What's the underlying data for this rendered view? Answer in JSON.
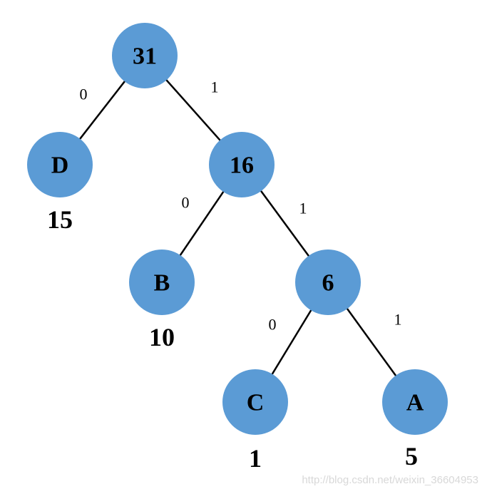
{
  "tree": {
    "node_color": "#5b9bd5",
    "edge_color": "#000000",
    "nodes": [
      {
        "id": "root",
        "label": "31"
      },
      {
        "id": "d",
        "label": "D",
        "weight": "15"
      },
      {
        "id": "n16",
        "label": "16"
      },
      {
        "id": "b",
        "label": "B",
        "weight": "10"
      },
      {
        "id": "n6",
        "label": "6"
      },
      {
        "id": "c",
        "label": "C",
        "weight": "1"
      },
      {
        "id": "a",
        "label": "A",
        "weight": "5"
      }
    ],
    "edges": [
      {
        "from": "root",
        "to": "d",
        "label": "0"
      },
      {
        "from": "root",
        "to": "n16",
        "label": "1"
      },
      {
        "from": "n16",
        "to": "b",
        "label": "0"
      },
      {
        "from": "n16",
        "to": "n6",
        "label": "1"
      },
      {
        "from": "n6",
        "to": "c",
        "label": "0"
      },
      {
        "from": "n6",
        "to": "a",
        "label": "1"
      }
    ]
  },
  "watermark": "http://blog.csdn.net/weixin_36604953"
}
